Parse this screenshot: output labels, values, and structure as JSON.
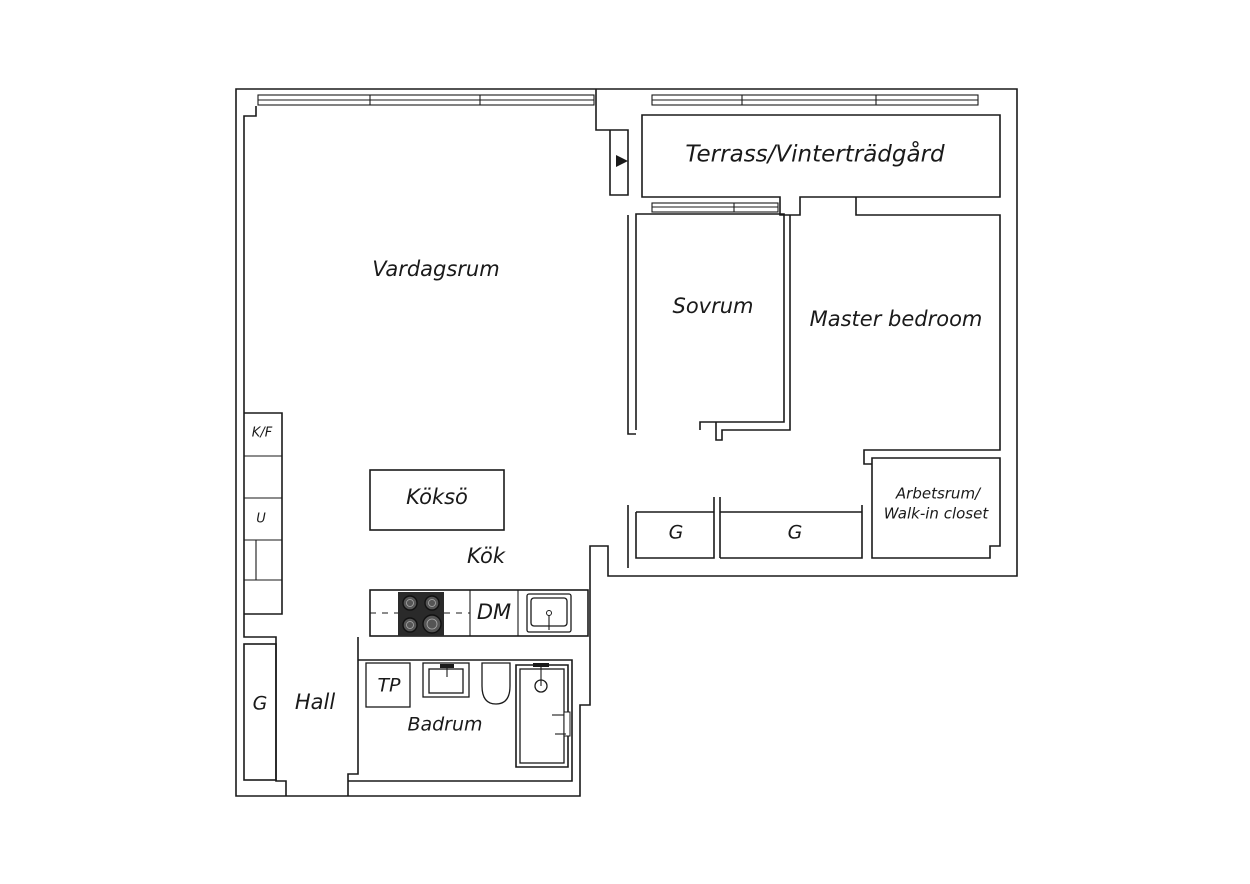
{
  "rooms": {
    "terrace": "Terrass/Vinterträdgård",
    "living": "Vardagsrum",
    "bedroom": "Sovrum",
    "master": "Master bedroom",
    "study_line1": "Arbetsrum/",
    "study_line2": "Walk-in closet",
    "island": "Köksö",
    "kitchen": "Kök",
    "hall": "Hall",
    "bathroom": "Badrum"
  },
  "fixtures": {
    "fridge_freezer": "K/F",
    "oven": "U",
    "dishwasher": "DM",
    "washer": "TP",
    "wardrobe": "G"
  }
}
